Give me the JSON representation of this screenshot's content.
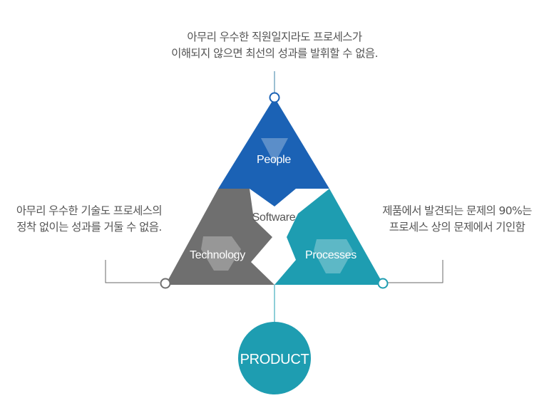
{
  "captions": {
    "people": [
      "아무리 우수한 직원일지라도 프로세스가",
      "이해되지 않으면 최선의 성과를 발휘할 수 없음."
    ],
    "technology": [
      "아무리 우수한 기술도 프로세스의",
      "정착 없이는 성과를 거둘 수 없음."
    ],
    "processes": [
      "제품에서 발견되는 문제의 90%는",
      "프로세스 상의 문제에서 기인함"
    ]
  },
  "labels": {
    "people": "People",
    "technology": "Technology",
    "processes": "Processes",
    "center": "Software",
    "product": "PRODUCT"
  },
  "colors": {
    "people": "#1b62b5",
    "technology": "#6f6f6f",
    "processes": "#1e9db1",
    "product": "#1e9db1",
    "connector": "#3a7fa6"
  }
}
